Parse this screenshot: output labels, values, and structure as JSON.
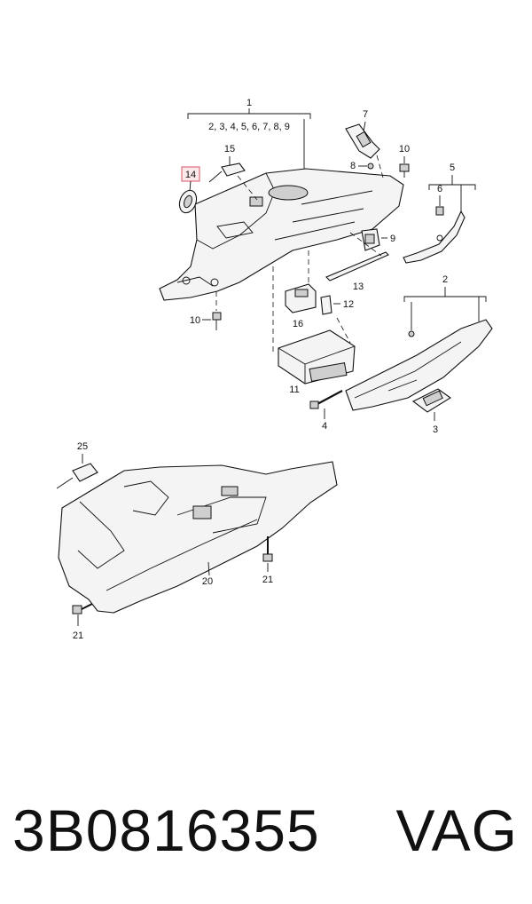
{
  "diagram": {
    "callouts": {
      "c1": "1",
      "c1_sub": "2, 3, 4, 5, 6, 7, 8, 9",
      "c2": "2",
      "c3": "3",
      "c4": "4",
      "c5": "5",
      "c6": "6",
      "c7": "7",
      "c8": "8",
      "c9": "9",
      "c10a": "10",
      "c10b": "10",
      "c11": "11",
      "c12": "12",
      "c13": "13",
      "c14": "14",
      "c15": "15",
      "c16": "16",
      "c20": "20",
      "c21a": "21",
      "c21b": "21",
      "c25": "25"
    },
    "highlight_color": "#e0707e"
  },
  "footer": {
    "part_number": "3B0816355",
    "brand": "VAG"
  }
}
